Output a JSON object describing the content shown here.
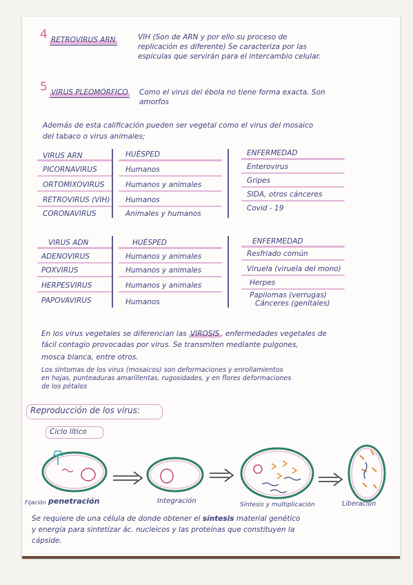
{
  "sec4": {
    "num": "4",
    "label": "RETROVIRUS ARN",
    "lines": [
      "VIH   (Son de ARN y por ello su proceso de",
      "replicación es diferente) Se caracteriza por las",
      "espículas que servirán para el intercambio celular."
    ]
  },
  "sec5": {
    "num": "5",
    "label": "VIRUS PLEOMÓRFICO",
    "lines": [
      "Como el virus del ébola no tiene forma exacta. Son",
      "amorfos"
    ]
  },
  "intro": [
    "Además de esta calificación pueden ser vegetal como el virus del mosaico",
    "del tabaco  o  virus animales;"
  ],
  "table_arn": {
    "headers": [
      "VIRUS ARN",
      "HUÉSPED",
      "ENFERMEDAD"
    ],
    "rows": [
      [
        "PICORNAVIRUS",
        "Humanos",
        "Enterovirus"
      ],
      [
        "ORTOMIXOVIRUS",
        "Humanos y animales",
        "Gripes"
      ],
      [
        "RETROVIRUS (VIH)",
        "Humanos",
        "SIDA, otros cánceres"
      ],
      [
        "CORONAVIRUS",
        "Animales y humanos",
        "Covid - 19"
      ]
    ]
  },
  "table_adn": {
    "headers": [
      "VIRUS ADN",
      "HUÉSPED",
      "ENFERMEDAD"
    ],
    "rows": [
      [
        "ADENOVIRUS",
        "Humanos y animales",
        "Resfriado común"
      ],
      [
        "POXVIRUS",
        "Humanos y animales",
        "Viruela (viruela del mono)"
      ],
      [
        "HERPESVIRUS",
        "Humanos y animales",
        "Herpes"
      ],
      [
        "PAPOVAVIRUS",
        "Humanos",
        "Papilomas (verrugas)"
      ]
    ],
    "extra": "Cánceres (genitales)"
  },
  "paragraph1": {
    "before": "En los virus vegetales se diferencian las",
    "highlight": "VIROSIS",
    "after": ", enfermedades vegetales de",
    "lines": [
      "fácil contagio provocadas por virus. Se transmiten mediante pulgones,",
      "mosca blanca, entre otros."
    ]
  },
  "paragraph2": [
    "Los síntomas de los virus (mosaicos) son deformaciones y enrollamientos",
    "en hojas, punteaduras amarillentas, rugosidades, y en flores deformaciones",
    "de los pétalos"
  ],
  "repro": {
    "title": "Reproducción de los virus:",
    "cycle": "Ciclo lítico",
    "stages": [
      "Fijación",
      "penetración",
      "Integración",
      "Síntesis y multiplicación",
      "Liberación"
    ]
  },
  "conclusion": {
    "before": "Se requiere de una célula de donde obtener el",
    "emph": "síntesis",
    "after": "material genético",
    "lines": [
      "y energía para sintetizar ác. nucleicos y las proteínas que constituyen la",
      "cápside."
    ]
  }
}
